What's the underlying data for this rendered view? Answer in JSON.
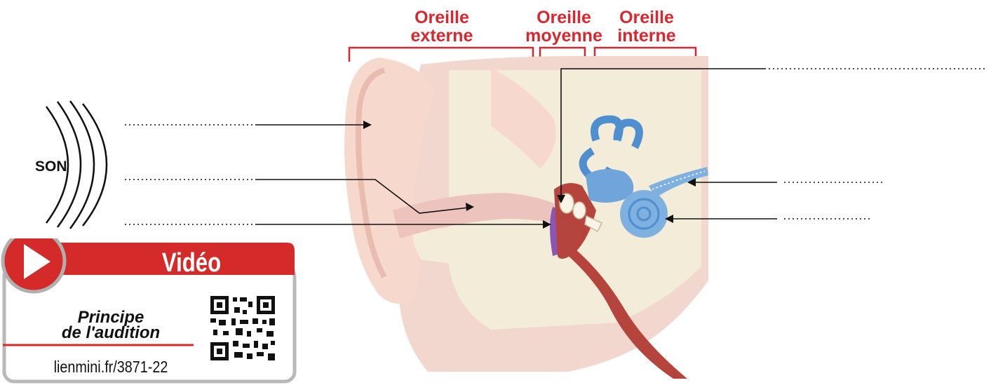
{
  "sections": [
    {
      "line1": "Oreille",
      "line2": "externe"
    },
    {
      "line1": "Oreille",
      "line2": "moyenne"
    },
    {
      "line1": "Oreille",
      "line2": "interne"
    }
  ],
  "sound_label": "SON",
  "video": {
    "title": "Vidéo",
    "subtitle_line1": "Principe",
    "subtitle_line2": "de l'audition",
    "link": "lienmini.fr/3871-22",
    "icon": "play-icon"
  },
  "colors": {
    "section_red": "#d7282f",
    "card_red": "#d42a2a",
    "canal": "#ecc4bd",
    "bone": "#f3ecd8",
    "inner_ear_blue": "#4f8fd0",
    "eardrum": "#8a55b5"
  }
}
